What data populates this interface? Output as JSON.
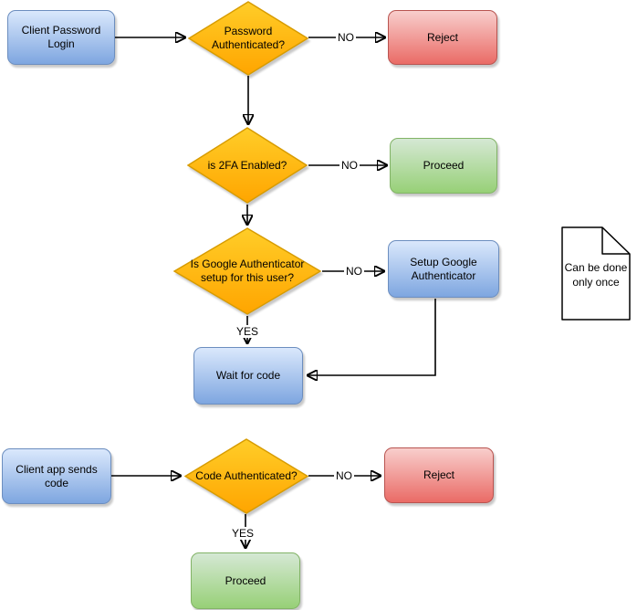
{
  "diagram": {
    "type": "flowchart",
    "subject": "Two-factor authentication login flow",
    "palette": {
      "process_blue": {
        "fill_top": "#dae8fc",
        "fill_bottom": "#7ea6e0",
        "stroke": "#6c8ebf"
      },
      "decision_orange": {
        "fill_top": "#ffcd28",
        "fill_bottom": "#ffa500",
        "stroke": "#d79b00"
      },
      "reject_red": {
        "fill_top": "#f8cecc",
        "fill_bottom": "#ea6b66",
        "stroke": "#b85450"
      },
      "proceed_green": {
        "fill_top": "#d5e8d4",
        "fill_bottom": "#97d077",
        "stroke": "#82b366"
      },
      "connector": "#000000",
      "note_fill": "#ffffff",
      "note_stroke": "#000000"
    },
    "nodes": {
      "client_password_login": {
        "label": "Client Password Login",
        "shape": "rounded-rect",
        "color": "blue"
      },
      "password_authenticated": {
        "label": "Password Authenticated?",
        "shape": "diamond",
        "color": "orange"
      },
      "reject_top": {
        "label": "Reject",
        "shape": "rounded-rect",
        "color": "red"
      },
      "is_2fa_enabled": {
        "label": "is 2FA Enabled?",
        "shape": "diamond",
        "color": "orange"
      },
      "proceed_top": {
        "label": "Proceed",
        "shape": "rounded-rect",
        "color": "green"
      },
      "is_google_auth_setup": {
        "label": "Is Google Authenticator setup for this user?",
        "shape": "diamond",
        "color": "orange"
      },
      "setup_google_authenticator": {
        "label": "Setup Google Authenticator",
        "shape": "rounded-rect",
        "color": "blue"
      },
      "note": {
        "label": "Can be done only once",
        "shape": "note",
        "color": "white"
      },
      "wait_for_code": {
        "label": "Wait for code",
        "shape": "rounded-rect",
        "color": "blue"
      },
      "client_app_sends_code": {
        "label": "Client app sends code",
        "shape": "rounded-rect",
        "color": "blue"
      },
      "code_authenticated": {
        "label": "Code Authenticated?",
        "shape": "diamond",
        "color": "orange"
      },
      "reject_bottom": {
        "label": "Reject",
        "shape": "rounded-rect",
        "color": "red"
      },
      "proceed_bottom": {
        "label": "Proceed",
        "shape": "rounded-rect",
        "color": "green"
      }
    },
    "edges": [
      {
        "from": "client_password_login",
        "to": "password_authenticated",
        "label": ""
      },
      {
        "from": "password_authenticated",
        "to": "reject_top",
        "label": "NO"
      },
      {
        "from": "password_authenticated",
        "to": "is_2fa_enabled",
        "label": ""
      },
      {
        "from": "is_2fa_enabled",
        "to": "proceed_top",
        "label": "NO"
      },
      {
        "from": "is_2fa_enabled",
        "to": "is_google_auth_setup",
        "label": ""
      },
      {
        "from": "is_google_auth_setup",
        "to": "setup_google_authenticator",
        "label": "NO"
      },
      {
        "from": "is_google_auth_setup",
        "to": "wait_for_code",
        "label": "YES"
      },
      {
        "from": "setup_google_authenticator",
        "to": "wait_for_code",
        "label": ""
      },
      {
        "from": "client_app_sends_code",
        "to": "code_authenticated",
        "label": ""
      },
      {
        "from": "code_authenticated",
        "to": "reject_bottom",
        "label": "NO"
      },
      {
        "from": "code_authenticated",
        "to": "proceed_bottom",
        "label": "YES"
      }
    ]
  }
}
